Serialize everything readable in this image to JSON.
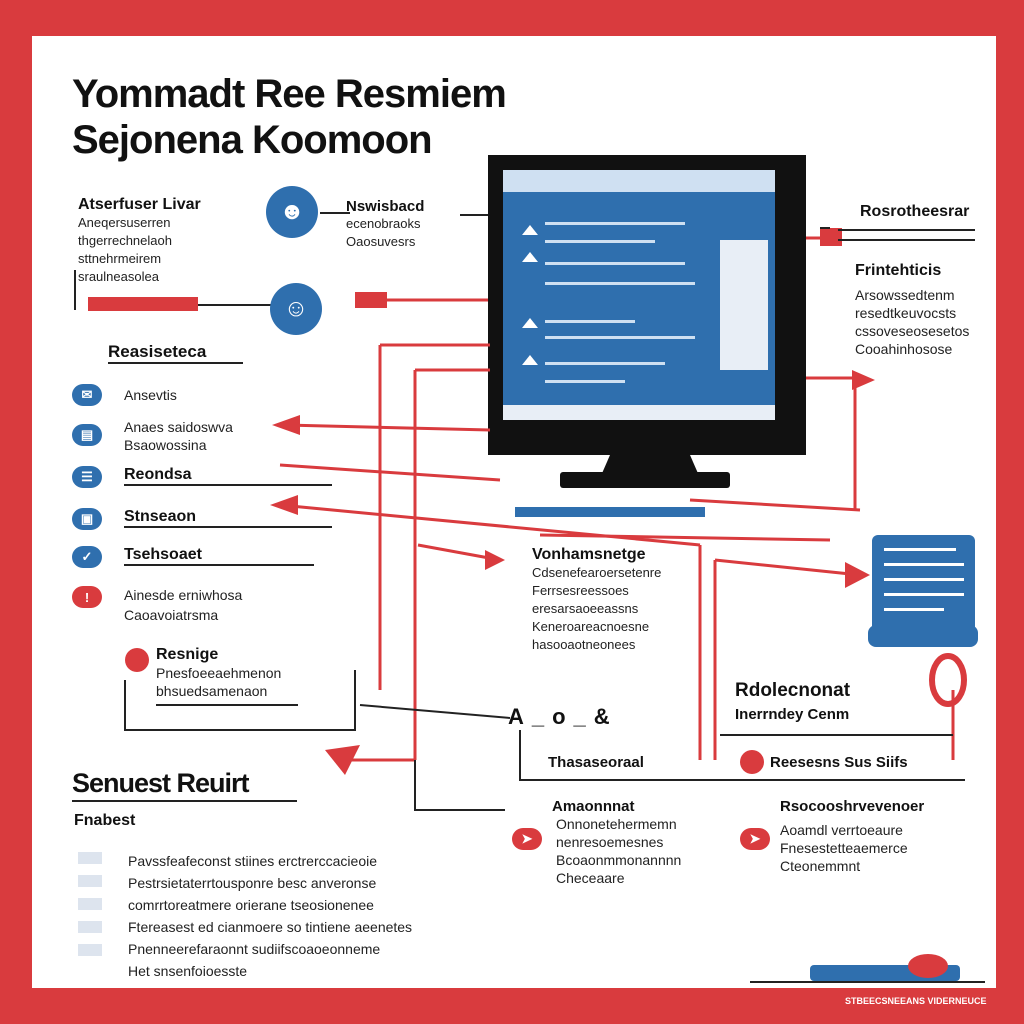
{
  "title": {
    "line1": "Yommadt Ree Resmiem",
    "line2": "Sejonena Koomoon"
  },
  "top_left_text": {
    "heading": "Atserfuser Livar",
    "lines": [
      "Aneqersuserren",
      "thgerrechnelaoh",
      "sttnehrmeirem",
      "sraulneasolea"
    ]
  },
  "top_center_text": {
    "heading": "Nswisbacd",
    "lines": [
      "ecenobraoks",
      "Oaosuvesrs"
    ]
  },
  "legend": {
    "heading": "Reasiseteca",
    "items": [
      {
        "label": "Ansevtis",
        "icon": "mail-icon",
        "color": "blue"
      },
      {
        "label": "Anaes saidoswva",
        "sub": "Bsaowossina",
        "icon": "folder-icon",
        "color": "blue"
      },
      {
        "label": "Reondsa",
        "icon": "doc-icon",
        "color": "blue"
      },
      {
        "label": "Stnseaon",
        "icon": "window-icon",
        "color": "blue"
      },
      {
        "label": "Tsehsoaet",
        "icon": "check-icon",
        "color": "blue"
      },
      {
        "label": "Ainesde erniwhosa",
        "sub": "Caoavoiatrsma",
        "icon": "alert-icon",
        "color": "red"
      }
    ]
  },
  "lower_left": {
    "heading": "Resnige",
    "lines": [
      "Pnesfoeeaehmenon",
      "bhsuedsamenaon"
    ]
  },
  "bottom_left": {
    "heading": "Senuest Reuirt",
    "sub": "Fnabest",
    "paragraph": [
      "Pavssfeafeconst stiines erctrerccacieoie",
      "Pestrsietaterrtousponre besc anveronse",
      "comrrtoreatmere orierane tseosionenee",
      "Ftereasest ed cianmoere so tintiene aeenetes",
      "Pnenneerefaraonnt sudiifscoaoeonneme",
      "Het snsenfoioesste"
    ]
  },
  "right_top": {
    "heading": "Rosrotheesrar",
    "sub_heading": "Frintehticis",
    "lines": [
      "Arsowssedtenm",
      "resedtkeuvocsts",
      "cssoveseosesetos",
      "Cooahinhosose"
    ]
  },
  "center_text": {
    "heading": "Vonhamsnetge",
    "lines": [
      "Cdsenefearoersetenre",
      "Ferrsesreessoes",
      "eresarsaoeeassns",
      "Keneroareacnoesne",
      "hasooaotneonees"
    ]
  },
  "right_middle": {
    "heading": "Rdolecnonat",
    "sub": "Inerrndey Cenm"
  },
  "center_bottom": {
    "symbols": "A_o_&",
    "label": "Thasaseoraal",
    "status": "Reesesns Sus Siifs"
  },
  "bottom_center": {
    "heading": "Amaonnnat",
    "lines": [
      "Onnonetehermemn",
      "nenresoemesnes",
      "Bcoaonmmonannnn",
      "Checeaare"
    ]
  },
  "bottom_right": {
    "heading": "Rsocooshrvevenoer",
    "lines": [
      "Aoamdl verrtoeaure",
      "Fnesestetteaemerce",
      "Cteonemmnt"
    ]
  },
  "footer_mark": "STBEECSNEEANS VIDERNEUCE",
  "colors": {
    "accent": "#d93b3e",
    "blue": "#2f6fae",
    "dark": "#111111"
  }
}
